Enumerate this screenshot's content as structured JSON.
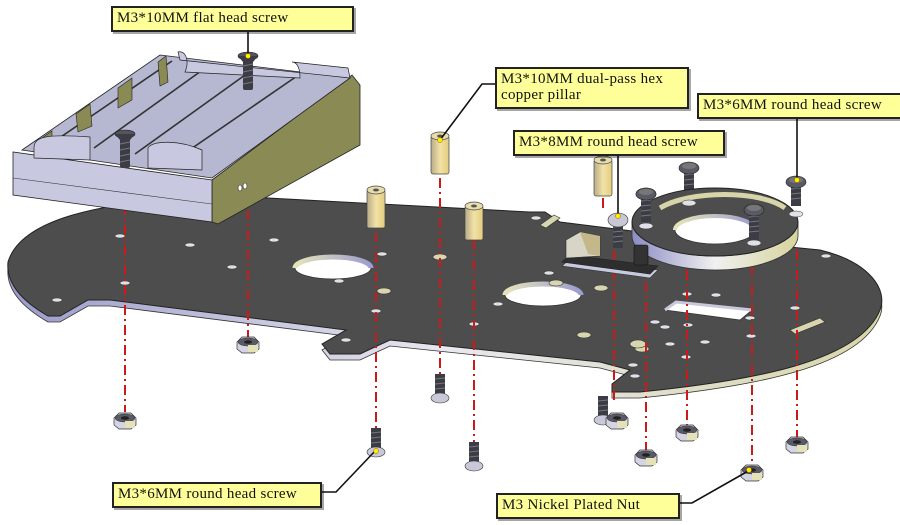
{
  "diagram": {
    "title": "Robot car chassis exploded assembly",
    "colors": {
      "plate": "#4a4a4a",
      "plate_edge": "#b8b8d8",
      "plate_edge_warm": "#d8d6b0",
      "battery_box": "#c8c9e0",
      "battery_box_side": "#8a8a55",
      "pillar": "#e6d49a",
      "screw": "#3c3c46",
      "nut": "#d0d0e0",
      "axis_line": "#cc1a1a",
      "label_bg": "#ffff99",
      "leader": "#111111",
      "leader_dot": "#ffee00"
    },
    "labels": [
      {
        "id": "flat-head-screw",
        "text": "M3*10MM flat head screw"
      },
      {
        "id": "hex-copper-pillar",
        "text": "M3*10MM dual-pass hex copper pillar"
      },
      {
        "id": "round-head-screw-6mm-top",
        "text": "M3*6MM round head screw"
      },
      {
        "id": "round-head-screw-8mm",
        "text": "M3*8MM round head screw"
      },
      {
        "id": "round-head-screw-6mm-bottom",
        "text": "M3*6MM round head screw"
      },
      {
        "id": "nickel-plated-nut",
        "text": "M3 Nickel Plated Nut"
      }
    ],
    "parts": [
      {
        "name": "Chassis plate"
      },
      {
        "name": "4xAA battery holder"
      },
      {
        "name": "Motor mount ring"
      },
      {
        "name": "Switch module"
      }
    ]
  }
}
